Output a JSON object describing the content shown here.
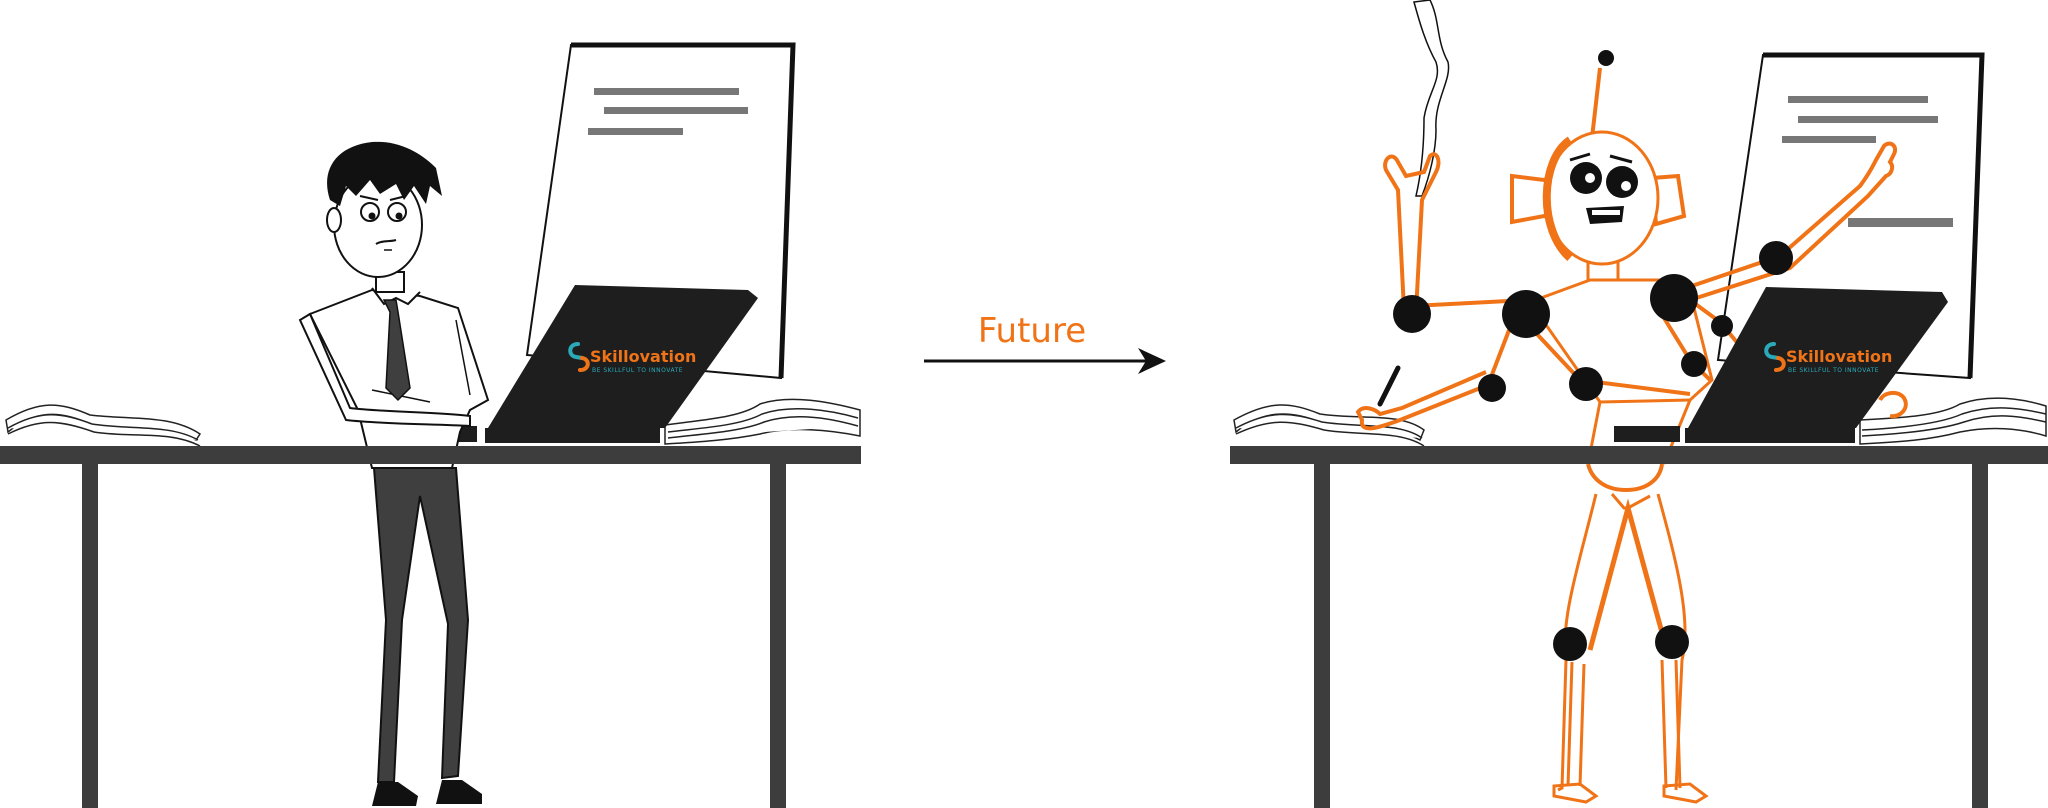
{
  "arrow_label": "Future",
  "brand": {
    "name": "Skillovation",
    "tagline": "BE SKILLFUL TO INNOVATE"
  },
  "colors": {
    "accent_orange": "#f07417",
    "brand_teal": "#2aa9b8",
    "desk": "#3d3d3d",
    "laptop": "#1e1e1e",
    "trousers": "#3f3f3f",
    "text_lines": "#777777"
  },
  "icons": {
    "brand_logo": "skillovation-s-logo-icon",
    "arrow": "arrow-right-icon"
  }
}
